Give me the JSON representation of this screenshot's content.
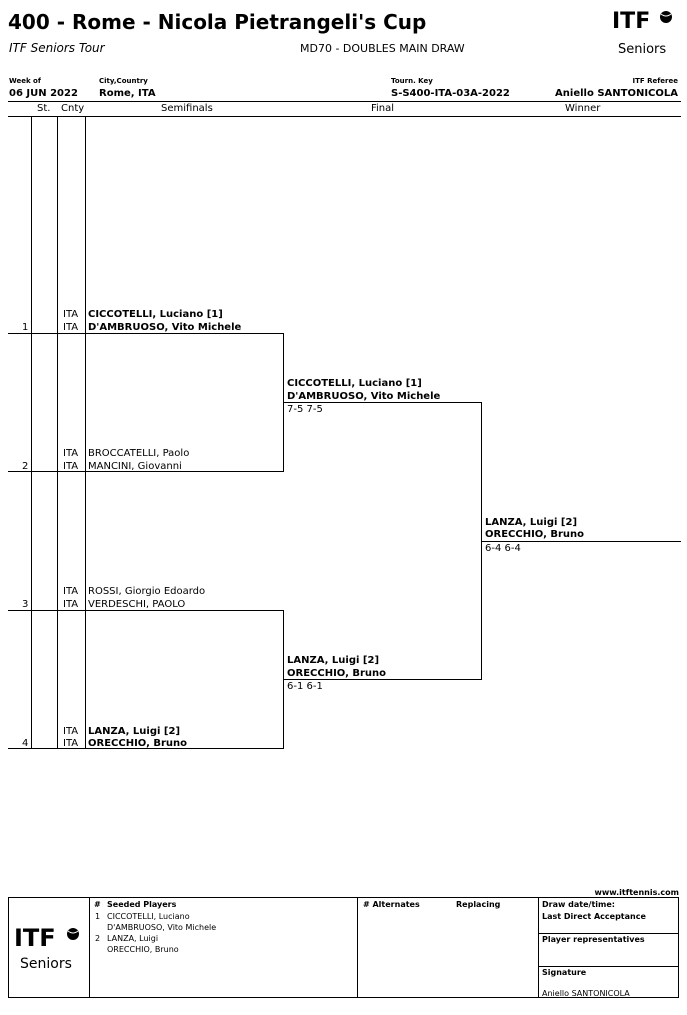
{
  "header": {
    "title": "400 - Rome - Nicola Pietrangeli's Cup",
    "subtitle": "ITF Seniors Tour",
    "draw_name": "MD70 - DOUBLES MAIN DRAW",
    "logo_text": "ITF",
    "logo_sub": "Seniors"
  },
  "info": {
    "week_label": "Week of",
    "week_value": "06 JUN 2022",
    "city_label": "City,Country",
    "city_value": "Rome, ITA",
    "key_label": "Tourn. Key",
    "key_value": "S-S400-ITA-03A-2022",
    "referee_label": "ITF Referee",
    "referee_value": "Aniello SANTONICOLA"
  },
  "columns": {
    "st": "St.",
    "cnty": "Cnty",
    "semifinals": "Semifinals",
    "final": "Final",
    "winner": "Winner"
  },
  "draw": [
    {
      "num": "1",
      "cnty1": "ITA",
      "cnty2": "ITA",
      "p1": "CICCOTELLI, Luciano [1]",
      "p2": "D'AMBRUOSO, Vito Michele",
      "bold": true
    },
    {
      "num": "2",
      "cnty1": "ITA",
      "cnty2": "ITA",
      "p1": "BROCCATELLI, Paolo",
      "p2": "MANCINI, Giovanni",
      "bold": false
    },
    {
      "num": "3",
      "cnty1": "ITA",
      "cnty2": "ITA",
      "p1": "ROSSI, Giorgio Edoardo",
      "p2": "VERDESCHI, PAOLO",
      "bold": false
    },
    {
      "num": "4",
      "cnty1": "ITA",
      "cnty2": "ITA",
      "p1": "LANZA, Luigi [2]",
      "p2": "ORECCHIO, Bruno",
      "bold": true
    }
  ],
  "final_round": [
    {
      "p1": "CICCOTELLI, Luciano [1]",
      "p2": "D'AMBRUOSO, Vito Michele",
      "score": "7-5 7-5"
    },
    {
      "p1": "LANZA, Luigi [2]",
      "p2": "ORECCHIO, Bruno",
      "score": "6-1 6-1"
    }
  ],
  "winner": {
    "p1": "LANZA, Luigi [2]",
    "p2": "ORECCHIO, Bruno",
    "score": "6-4 6-4"
  },
  "footer": {
    "website": "www.itftennis.com",
    "seeded_hash": "#",
    "seeded_title": "Seeded Players",
    "seeds": [
      {
        "n": "1",
        "a": "CICCOTELLI, Luciano",
        "b": "D'AMBRUOSO, Vito Michele"
      },
      {
        "n": "2",
        "a": "LANZA, Luigi",
        "b": "ORECCHIO, Bruno"
      }
    ],
    "alternates_title": "# Alternates",
    "replacing": "Replacing",
    "draw_date": "Draw date/time:",
    "last_direct": "Last Direct Acceptance",
    "player_reps": "Player representatives",
    "signature": "Signature",
    "signature_name": "Aniello SANTONICOLA"
  }
}
